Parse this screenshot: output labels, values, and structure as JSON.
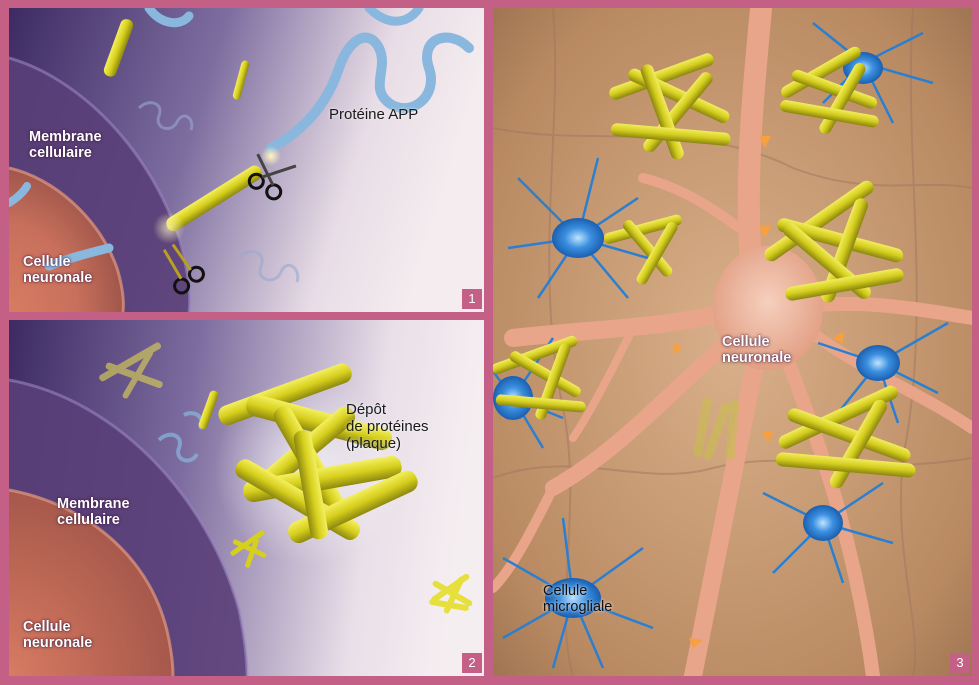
{
  "panel1": {
    "membrane_line1": "Membrane",
    "membrane_line2": "cellulaire",
    "cell_line1": "Cellule",
    "cell_line2": "neuronale",
    "protein_label": "Protéine APP",
    "number": "1"
  },
  "panel2": {
    "membrane_line1": "Membrane",
    "membrane_line2": "cellulaire",
    "cell_line1": "Cellule",
    "cell_line2": "neuronale",
    "deposit_line1": "Dépôt",
    "deposit_line2": "de protéines",
    "deposit_line3": "(plaque)",
    "number": "2"
  },
  "panel3": {
    "neuron_line1": "Cellule",
    "neuron_line2": "neuronale",
    "microglia_line1": "Cellule",
    "microglia_line2": "microgliale",
    "number": "3"
  },
  "colors": {
    "frame": "#c45f86",
    "plaque": "#d9d21f",
    "microglia": "#2b7fd0",
    "neuron": "#e8a58a"
  },
  "icons": [
    "scissors-icon",
    "scissors-icon"
  ]
}
